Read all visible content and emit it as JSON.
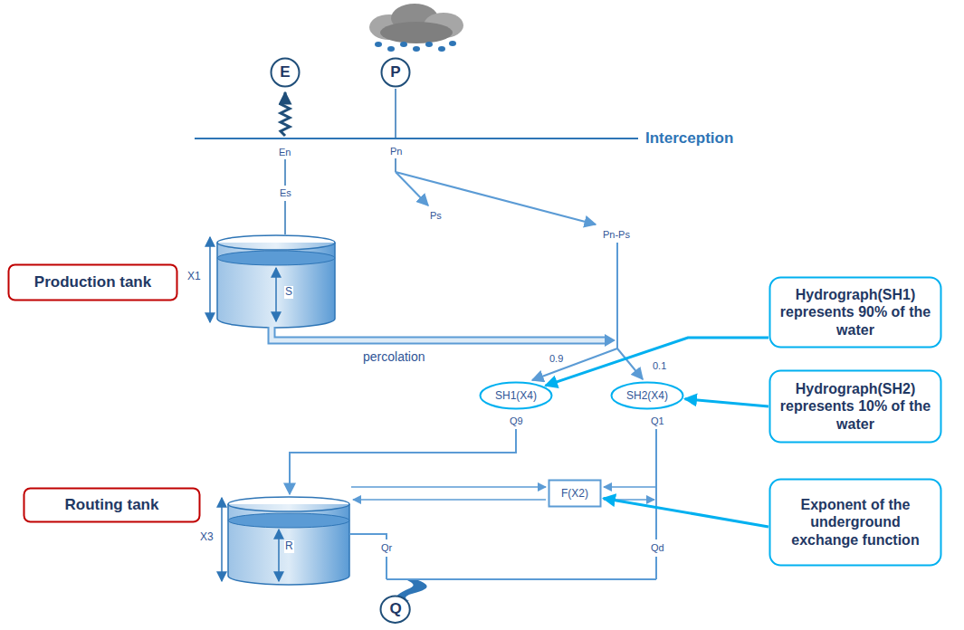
{
  "diagram": {
    "nodes": [
      {
        "text": [
          "E"
        ]
      },
      {
        "text": [
          "P"
        ]
      },
      {
        "text": [
          "Production tank"
        ]
      },
      {
        "text": [
          "Hydrograph(SH1) represents 90% of the water"
        ]
      },
      {
        "text": [
          "SH1(X4)"
        ]
      },
      {
        "text": [
          "SH2(X4)"
        ]
      },
      {
        "text": [
          "Hydrograph(SH2) represents 10% of the water"
        ]
      },
      {
        "text": [
          "Routing tank"
        ]
      },
      {
        "text": [
          "F(X2)"
        ]
      },
      {
        "text": [
          "Exponent of the underground exchange function"
        ]
      },
      {
        "text": [
          "Q"
        ]
      }
    ],
    "edges": [
      {
        "from": 3,
        "to": 4,
        "arrow": "to"
      },
      {
        "from": 6,
        "to": 5,
        "arrow": "to"
      },
      {
        "from": 9,
        "to": 8,
        "arrow": "to"
      }
    ],
    "labels": [
      "Interception",
      "En",
      "Es",
      "Pn",
      "Ps",
      "Pn-Ps",
      "X1",
      "S",
      "percolation",
      "0.9",
      "0.1",
      "Q9",
      "Q1",
      "X3",
      "R",
      "Qr",
      "Qd"
    ]
  }
}
